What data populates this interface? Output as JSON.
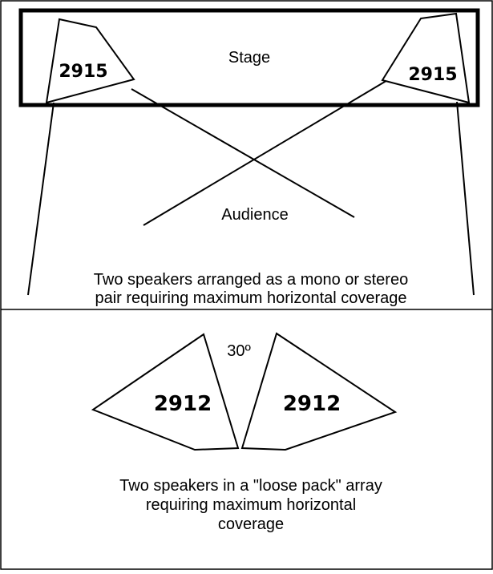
{
  "top_panel": {
    "stage_label": "Stage",
    "audience_label": "Audience",
    "speaker_left_label": "2915",
    "speaker_right_label": "2915",
    "caption_line1": "Two speakers arranged as a mono or stereo",
    "caption_line2": "pair requiring maximum horizontal coverage"
  },
  "bottom_panel": {
    "angle_label": "30º",
    "speaker_left_label": "2912",
    "speaker_right_label": "2912",
    "caption_line1": "Two speakers in a \"loose pack\" array",
    "caption_line2": "requiring maximum horizontal",
    "caption_line3": "coverage"
  },
  "colors": {
    "line": "#000000",
    "background": "#ffffff"
  }
}
